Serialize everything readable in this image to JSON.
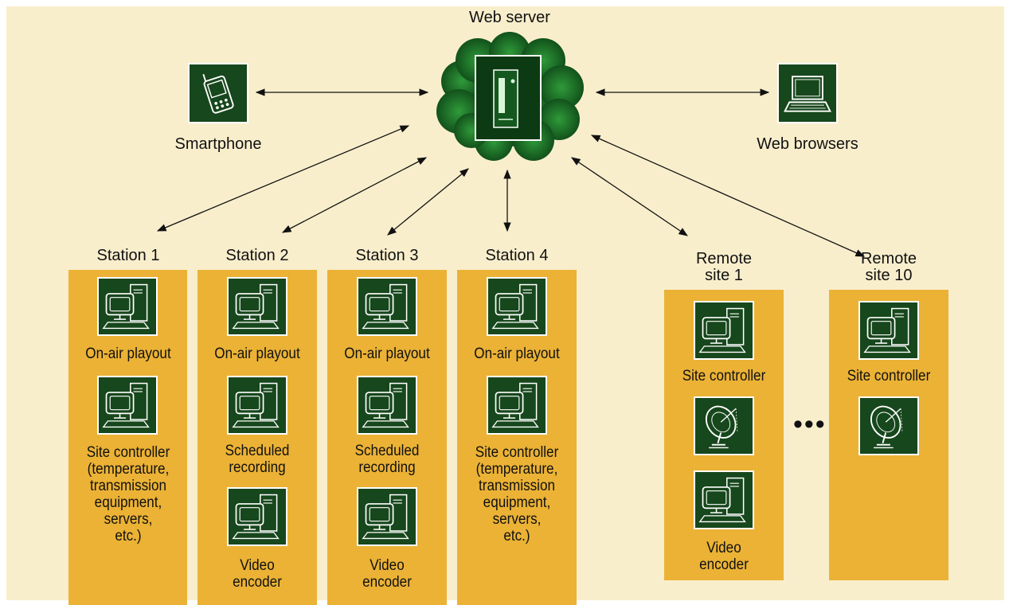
{
  "labels": {
    "web_server": "Web server",
    "smartphone": "Smartphone",
    "web_browsers": "Web browsers",
    "ellipsis": "•••"
  },
  "stations": [
    {
      "title": "Station 1",
      "items": [
        "On-air playout",
        "Site controller\n(temperature,\ntransmission\nequipment,\nservers,\netc.)"
      ]
    },
    {
      "title": "Station 2",
      "items": [
        "On-air playout",
        "Scheduled\nrecording",
        "Video\nencoder"
      ]
    },
    {
      "title": "Station 3",
      "items": [
        "On-air playout",
        "Scheduled\nrecording",
        "Video\nencoder"
      ]
    },
    {
      "title": "Station 4",
      "items": [
        "On-air playout",
        "Site controller\n(temperature,\ntransmission\nequipment,\nservers,\netc.)"
      ]
    }
  ],
  "remote_sites": [
    {
      "title": "Remote\nsite 1",
      "items": [
        "Site controller",
        "",
        "Video\nencoder"
      ]
    },
    {
      "title": "Remote\nsite 10",
      "items": [
        "Site controller",
        ""
      ]
    }
  ],
  "colors": {
    "background": "#f9eecc",
    "column": "#ebb235",
    "icon": "#17471c",
    "cloud": "#1a6e24"
  },
  "icons": [
    "web-server-icon",
    "smartphone-icon",
    "laptop-icon",
    "computer-icon",
    "satellite-dish-icon"
  ]
}
